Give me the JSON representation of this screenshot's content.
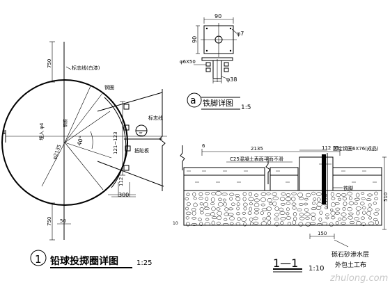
{
  "detail_circle": {
    "marker": "1",
    "title": "铅球投掷圈详图",
    "scale": "1:25",
    "section_mark_left": "1",
    "labels": {
      "marker_line": "标志线(白漆)",
      "steel_ring": "钢圈",
      "embed": "埋入 φ4",
      "radius_text": "钢筋",
      "diameter": "φ2135",
      "angle": "40°",
      "marker_line2": "标志线",
      "stop_board": "抵趾板",
      "dim_121_123": "121~123",
      "dim_112": "112",
      "dim_300": "300",
      "dim_750_top": "750",
      "dim_750_bottom": "750",
      "dim_50": "50",
      "sector_mark": "三"
    }
  },
  "iron_foot": {
    "marker": "a",
    "title": "铁脚详图",
    "scale": "1:5",
    "labels": {
      "dim_90_top": "90",
      "dim_90_left": "90",
      "hole": "φ7",
      "bar": "φ6X50",
      "tube": "φ38"
    }
  },
  "section_1_1": {
    "title": "1—1",
    "scale": "1:10",
    "labels": {
      "dim_2135": "2135",
      "dim_6": "6",
      "dim_112": "112",
      "dim_35": "35",
      "concrete": "C25混凝土表面平而不滑",
      "fixed_ring": "固定钢圈6X76(成品)",
      "iron_foot": "铁脚",
      "gravel": "砾石砂渗水层",
      "wrap": "外包土工布",
      "dim_150": "150",
      "dim_510": "510",
      "dim_10": "10"
    }
  },
  "watermark": "zhulong.com"
}
